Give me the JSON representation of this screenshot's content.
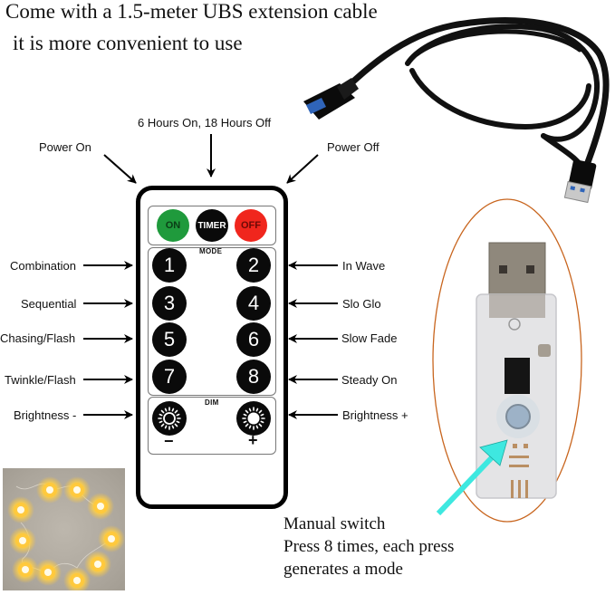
{
  "header": {
    "line1": "Come with a 1.5-meter UBS extension cable",
    "line2": "it is more convenient to use"
  },
  "remote": {
    "top_labels": {
      "power_on": "Power On",
      "timer": "6 Hours On, 18 Hours Off",
      "power_off": "Power Off"
    },
    "top_buttons": [
      {
        "label": "ON",
        "color": "#1f9a3c",
        "text_color": "#0b3d16"
      },
      {
        "label": "TIMER",
        "color": "#0a0a0a",
        "text_color": "#ffffff"
      },
      {
        "label": "OFF",
        "color": "#f0261d",
        "text_color": "#6b0a06"
      }
    ],
    "mode_title": "MODE",
    "modes": [
      {
        "number": "1",
        "label": "Combination",
        "side": "left"
      },
      {
        "number": "2",
        "label": "In Wave",
        "side": "right"
      },
      {
        "number": "3",
        "label": "Sequential",
        "side": "left"
      },
      {
        "number": "4",
        "label": "Slo Glo",
        "side": "right"
      },
      {
        "number": "5",
        "label": "Chasing/Flash",
        "side": "left"
      },
      {
        "number": "6",
        "label": "Slow Fade",
        "side": "right"
      },
      {
        "number": "7",
        "label": "Twinkle/Flash",
        "side": "left"
      },
      {
        "number": "8",
        "label": "Steady On",
        "side": "right"
      }
    ],
    "dim_title": "DIM",
    "dim": {
      "minus_label": "Brightness -",
      "plus_label": "Brightness +",
      "minus_sign": "−",
      "plus_sign": "+"
    }
  },
  "usb_device": {
    "callout_color": "#c8651e",
    "arrow_color": "#3ee8e0"
  },
  "manual_switch": {
    "line1": "Manual switch",
    "line2": "Press 8 times, each press",
    "line3": "generates a mode"
  },
  "lights_photo": {
    "bulb_color": "#ffc83a",
    "bulb_count": 10
  }
}
